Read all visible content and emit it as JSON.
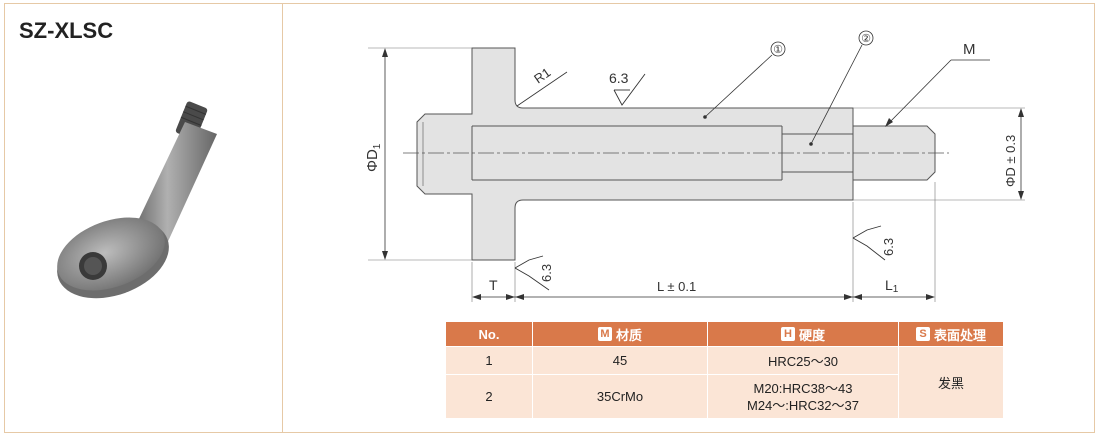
{
  "product": {
    "code": "SZ-XLSC"
  },
  "drawing": {
    "callouts": [
      "①",
      "②"
    ],
    "labels": {
      "thread": "M",
      "radius": "R1",
      "phi_d1": "ΦD",
      "phi_d1_sub": "1",
      "phi_d": "ΦD ± 0.3",
      "t": "T",
      "l": "L ± 0.1",
      "l1": "L",
      "l1_sub": "1",
      "roughness_a": "6.3",
      "roughness_b": "6.3",
      "roughness_c": "6.3"
    }
  },
  "table": {
    "headers": [
      {
        "badge": "",
        "text": "No."
      },
      {
        "badge": "M",
        "text": "材质"
      },
      {
        "badge": "H",
        "text": "硬度"
      },
      {
        "badge": "S",
        "text": "表面处理"
      }
    ],
    "rows": [
      {
        "no": "1",
        "material": "45",
        "hardness": [
          "HRC25～30"
        ]
      },
      {
        "no": "2",
        "material": "35CrMo",
        "hardness": [
          "M20:HRC38～43",
          "M24～:HRC32～37"
        ]
      }
    ],
    "surface_treatment": "发黑"
  },
  "colors": {
    "accent": "#d9794a",
    "cell": "#fbe5d6",
    "part_fill": "#e3e3e3",
    "border": "#e6c9a6"
  }
}
